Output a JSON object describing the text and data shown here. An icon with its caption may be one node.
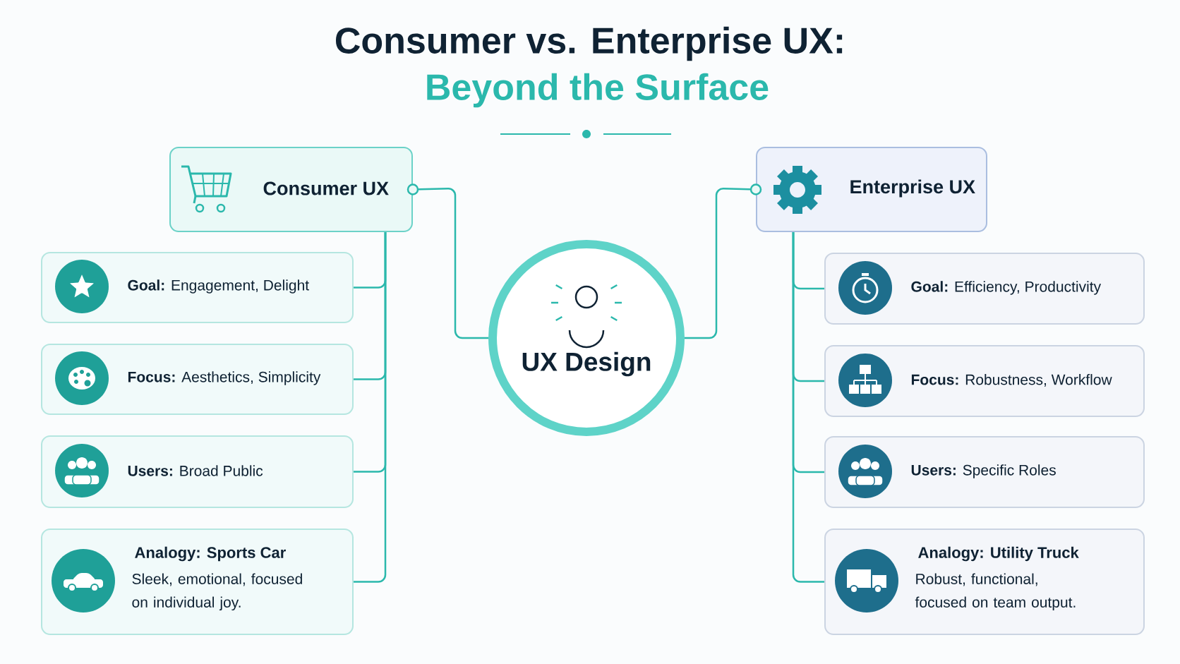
{
  "diagram": {
    "title": "Consumer vs. Enterprise UX:",
    "nodes": [
      {
        "text": [
          "UX Design"
        ]
      },
      {
        "text": [
          "Consumer UX"
        ]
      },
      {
        "text": [
          "Enterprise UX"
        ]
      },
      {
        "text": [
          "**Goal:** Engagement, Delight"
        ]
      },
      {
        "text": [
          "**Focus:** Aesthetics, Simplicity"
        ]
      },
      {
        "text": [
          "**Users:** Broad Public"
        ]
      },
      {
        "text": [
          "Analogy: Sports Car",
          "Sleek, emotional, focused on individual joy."
        ]
      },
      {
        "text": [
          "**Goal:** Efficiency, Productivity"
        ]
      },
      {
        "text": [
          "**Focus:** Robustness, Workflow"
        ]
      },
      {
        "text": [
          "**Users:** Specific Roles"
        ]
      },
      {
        "text": [
          "Analogy: Utility Truck",
          "Robust, functional, focused on team output."
        ]
      }
    ],
    "edges": [
      {
        "from": 0,
        "to": 1,
        "arrow": "other"
      },
      {
        "from": 0,
        "to": 2,
        "arrow": "other"
      },
      {
        "from": 1,
        "to": 3,
        "arrow": "none"
      },
      {
        "from": 1,
        "to": 4,
        "arrow": "none"
      },
      {
        "from": 1,
        "to": 5,
        "arrow": "none"
      },
      {
        "from": 1,
        "to": 6,
        "arrow": "none"
      },
      {
        "from": 2,
        "to": 7,
        "arrow": "none"
      },
      {
        "from": 2,
        "to": 8,
        "arrow": "none"
      },
      {
        "from": 2,
        "to": 9,
        "arrow": "none"
      },
      {
        "from": 2,
        "to": 10,
        "arrow": "none"
      }
    ],
    "labels": [
      "Beyond the Surface"
    ]
  }
}
